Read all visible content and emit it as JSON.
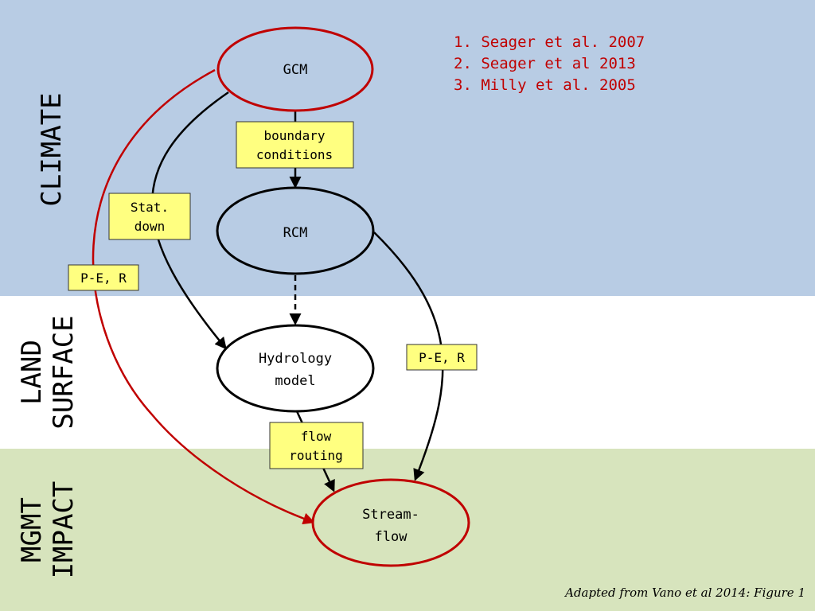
{
  "bands": {
    "climate": "CLIMATE",
    "land_line1": "LAND",
    "land_line2": "SURFACE",
    "mgmt_line1": "MGMT",
    "mgmt_line2": "IMPACT"
  },
  "nodes": {
    "gcm": "GCM",
    "rcm": "RCM",
    "hydrology_line1": "Hydrology",
    "hydrology_line2": "model",
    "streamflow_line1": "Stream-",
    "streamflow_line2": "flow"
  },
  "labels": {
    "boundary_line1": "boundary",
    "boundary_line2": "conditions",
    "stat_line1": "Stat.",
    "stat_line2": "down",
    "pe_r_left": "P-E, R",
    "pe_r_right": "P-E, R",
    "flow_line1": "flow",
    "flow_line2": "routing"
  },
  "references": [
    "1. Seager et al. 2007",
    "2. Seager et al 2013",
    "3. Milly et al. 2005"
  ],
  "credit": "Adapted from Vano et al 2014: Figure 1",
  "colors": {
    "climate_band": "#b8cce4",
    "mgmt_band": "#d7e4bd",
    "label_box": "#ffff80",
    "red_path": "#c00000"
  }
}
